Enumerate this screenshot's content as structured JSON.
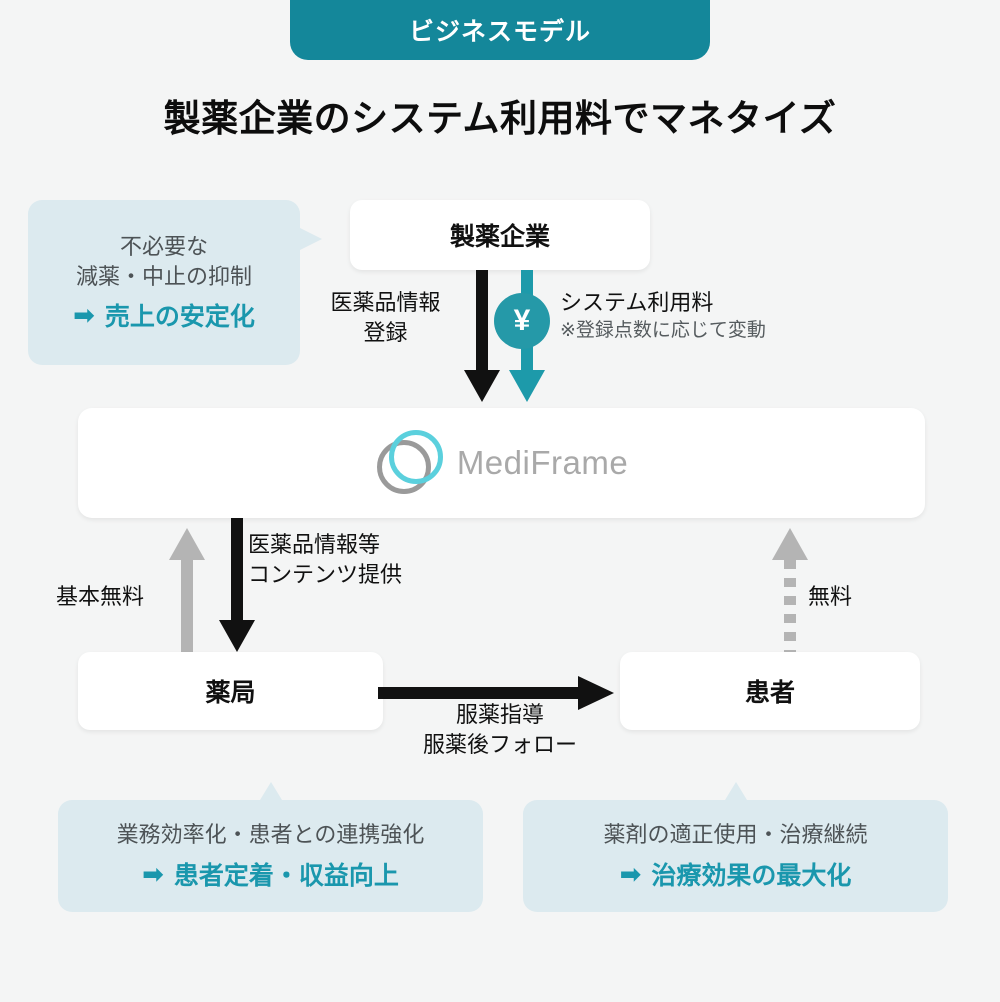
{
  "header": {
    "badge_label": "ビジネスモデル",
    "title": "製薬企業のシステム利用料でマネタイズ"
  },
  "nodes": {
    "pharma": "製薬企業",
    "platform_name": "MediFrame",
    "pharmacy": "薬局",
    "patient": "患者"
  },
  "edges": {
    "drug_info_registration": "医薬品情報\n登録",
    "drug_info_registration_l1": "医薬品情報",
    "drug_info_registration_l2": "登録",
    "system_fee": "システム利用料",
    "system_fee_note": "※登録点数に応じて変動",
    "yen_icon": "¥",
    "content_provision_l1": "医薬品情報等",
    "content_provision_l2": "コンテンツ提供",
    "basic_free": "基本無料",
    "free": "無料",
    "guidance_l1": "服薬指導",
    "guidance_l2": "服薬後フォロー"
  },
  "callouts": {
    "left": {
      "line1_a": "不必要な",
      "line1_b": "減薬・中止の抑制",
      "arrow": "➡",
      "result": "売上の安定化"
    },
    "bottom_left": {
      "line1": "業務効率化・患者との連携強化",
      "arrow": "➡",
      "result": "患者定着・収益向上"
    },
    "bottom_right": {
      "line1": "薬剤の適正使用・治療継続",
      "arrow": "➡",
      "result": "治療効果の最大化"
    }
  },
  "colors": {
    "badge_teal": "#14879a",
    "accent_teal": "#1a97ad",
    "callout_bg": "#dceaef",
    "page_bg": "#f4f5f5",
    "arrow_black": "#111111",
    "arrow_gray": "#b4b4b4",
    "logo_cyan": "#5bd0dd",
    "logo_gray": "#9a9a9a"
  }
}
